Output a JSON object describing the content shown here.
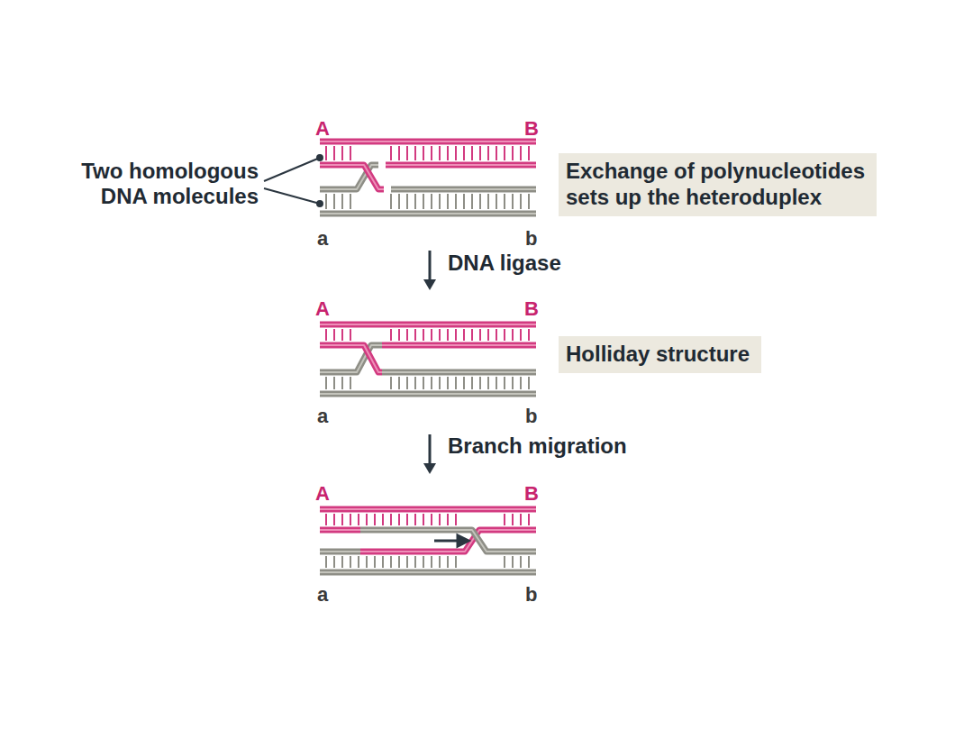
{
  "diagram": {
    "nodes": [
      {
        "text": [
          "Exchange of polynucleotides sets up the heteroduplex"
        ]
      },
      {
        "text": [
          "Holliday structure"
        ]
      }
    ],
    "labels": [
      "A",
      "B",
      "Two homologous DNA molecules",
      "a",
      "b",
      "DNA ligase",
      "A",
      "B",
      "a",
      "b",
      "Branch migration",
      "A",
      "B",
      "a",
      "b"
    ]
  }
}
